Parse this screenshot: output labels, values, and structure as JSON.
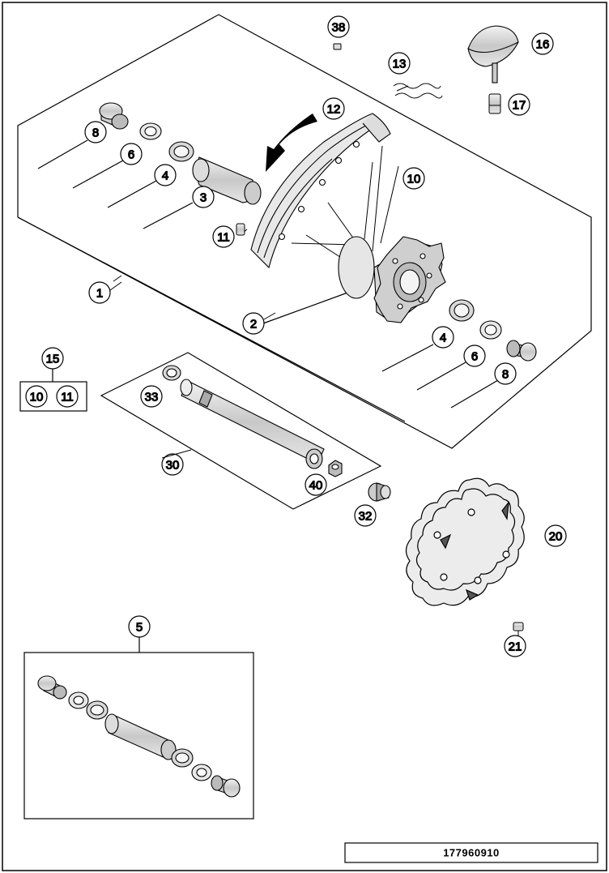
{
  "diagram": {
    "reference_number": "177960910",
    "callouts": [
      {
        "id": "c38",
        "label": "38"
      },
      {
        "id": "c16",
        "label": "16"
      },
      {
        "id": "c13",
        "label": "13"
      },
      {
        "id": "c17",
        "label": "17"
      },
      {
        "id": "c12",
        "label": "12"
      },
      {
        "id": "c8a",
        "label": "8"
      },
      {
        "id": "c6a",
        "label": "6"
      },
      {
        "id": "c4a",
        "label": "4"
      },
      {
        "id": "c3",
        "label": "3"
      },
      {
        "id": "c10a",
        "label": "10"
      },
      {
        "id": "c11a",
        "label": "11"
      },
      {
        "id": "c1",
        "label": "1"
      },
      {
        "id": "c2",
        "label": "2"
      },
      {
        "id": "c4b",
        "label": "4"
      },
      {
        "id": "c6b",
        "label": "6"
      },
      {
        "id": "c8b",
        "label": "8"
      },
      {
        "id": "c15",
        "label": "15"
      },
      {
        "id": "c10b",
        "label": "10"
      },
      {
        "id": "c11b",
        "label": "11"
      },
      {
        "id": "c33",
        "label": "33"
      },
      {
        "id": "c30",
        "label": "30"
      },
      {
        "id": "c40",
        "label": "40"
      },
      {
        "id": "c32",
        "label": "32"
      },
      {
        "id": "c20",
        "label": "20"
      },
      {
        "id": "c21",
        "label": "21"
      },
      {
        "id": "c5",
        "label": "5"
      }
    ]
  }
}
